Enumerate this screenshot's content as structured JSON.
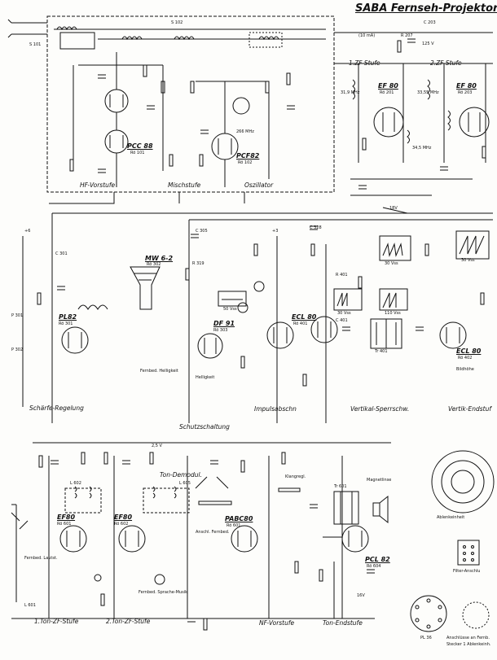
{
  "title": "SABA Fernseh-Projektor",
  "stages": {
    "hf_vorstufe": "HF-Vorstufe",
    "mischstufe": "Mischstufe",
    "oszillator": "Oszillator",
    "zf1": "1.ZF-Stufe",
    "zf2": "2.ZF-Stufe",
    "schaerfe_regelung": "Schärfe-Regelung",
    "schutzschaltung": "Schutzschaltung",
    "impulsabschn": "Impulsabschn",
    "vertikal_sperrschw": "Vertikal-Sperrschw.",
    "vertik_endstufe": "Vertik-Endstuf",
    "tonzf1": "1.Ton-ZF-Stufe",
    "tonzf2": "2.Ton-ZF-Stufe",
    "ton_demodul": "Ton-Demodul.",
    "nf_vorstufe": "NF-Vorstufe",
    "ton_endstufe": "Ton-Endstufe"
  },
  "tubes": {
    "pcc88": {
      "name": "PCC 88",
      "ref": "Rö 101"
    },
    "pcf82": {
      "name": "PCF82",
      "ref": "Rö 102"
    },
    "ef80_a": {
      "name": "EF 80",
      "ref": "Rö 201"
    },
    "ef80_b": {
      "name": "EF 80",
      "ref": "Rö 203"
    },
    "pl82": {
      "name": "PL82",
      "ref": "Rö 301"
    },
    "mw6": {
      "name": "MW 6-2",
      "ref": "Rö 302"
    },
    "df91": {
      "name": "DF 91",
      "ref": "Rö 303"
    },
    "ecl80_a": {
      "name": "ECL 80",
      "ref": "Rö 401"
    },
    "ecl80_b": {
      "name": "ECL 80",
      "ref": "Rö 402"
    },
    "ef80_t1": {
      "name": "EF80",
      "ref": "Rö 601"
    },
    "ef80_t2": {
      "name": "EF80",
      "ref": "Rö 602"
    },
    "pabc80": {
      "name": "PABC80",
      "ref": "Rö 601"
    },
    "pcl82": {
      "name": "PCL 82",
      "ref": "Rö 604"
    }
  },
  "labels": {
    "s101": "S 101",
    "s102": "S 102",
    "ma10": "(10 mA)",
    "v125": "125 V",
    "v16": "16V",
    "v18": "18V",
    "v25": "2,5 V",
    "plus6": "+6",
    "plus3": "+3",
    "freq_a": "31,9 MHz",
    "freq_b": "33,55 MHz",
    "freq_c": "34,5 MHz",
    "freq_osc": "266 MHz",
    "r207": "R 207",
    "c203": "C 203",
    "helligkeit": "Helligkeit",
    "fernbed_helligkeit": "Fernbed. Helligkeit",
    "vss30_a": "30 Vss",
    "vss30_b": "30 Vss",
    "vss30_c": "30 Vss",
    "vss50": "50 Vss",
    "vss110": "110 Vss",
    "klangregl": "Klangregl.",
    "magnetlinse": "Magnetlinse",
    "ablenkeinheit": "Ablenkeinheit",
    "filter_anschluss": "Filter-Anschlu",
    "fernbed_lautst": "Fernbed. Lautst.",
    "fernbed_sprache_musik": "Fernbed. Sprache-Musik",
    "anschl_fernbed": "Anschl. Fernbed.",
    "anschluesse": "Anschlüsse an Fernb.",
    "stecker": "Stecker 1 Ablenkeinh.",
    "pl36": "PL 36",
    "r401": "R 401",
    "c401": "C 401",
    "l601": "L 601",
    "l602": "L 602",
    "l605": "L 605",
    "tr601": "Tr 601",
    "tr401": "Tr 401",
    "bildhoehe": "Bildhöhe",
    "c301": "C 301",
    "c305": "C 305",
    "r319": "R 319",
    "p301": "P 301",
    "p302": "P 302",
    "c328": "C 328"
  }
}
